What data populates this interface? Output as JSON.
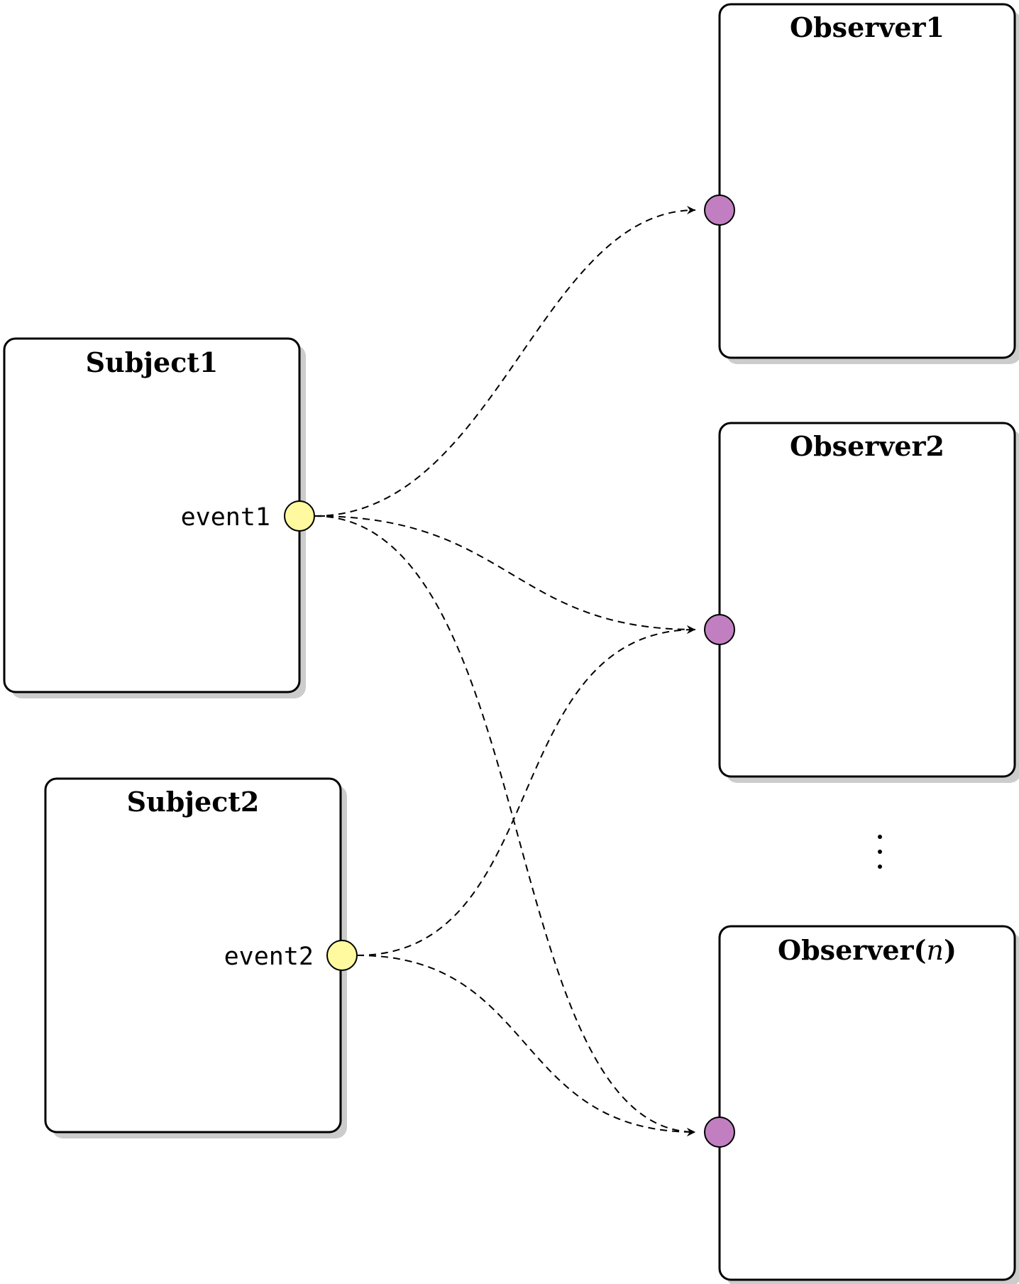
{
  "colors": {
    "event_port": "#FFF9A0",
    "observer_port": "#C17FC1",
    "shadow": "#CCCCCC",
    "stroke": "#000000"
  },
  "subjects": [
    {
      "id": "subject1",
      "title": "Subject1",
      "event": "event1"
    },
    {
      "id": "subject2",
      "title": "Subject2",
      "event": "event2"
    }
  ],
  "observers": [
    {
      "id": "observer1",
      "title": "Observer1",
      "title_math": ""
    },
    {
      "id": "observer2",
      "title": "Observer2",
      "title_math": ""
    },
    {
      "id": "observern",
      "title": "Observer(",
      "title_math": "n",
      "title_suffix": ")"
    }
  ],
  "ellipsis": "⋮",
  "connections": [
    {
      "from": "event1",
      "to": "observer1"
    },
    {
      "from": "event1",
      "to": "observer2"
    },
    {
      "from": "event1",
      "to": "observern"
    },
    {
      "from": "event2",
      "to": "observer2"
    },
    {
      "from": "event2",
      "to": "observern"
    }
  ]
}
